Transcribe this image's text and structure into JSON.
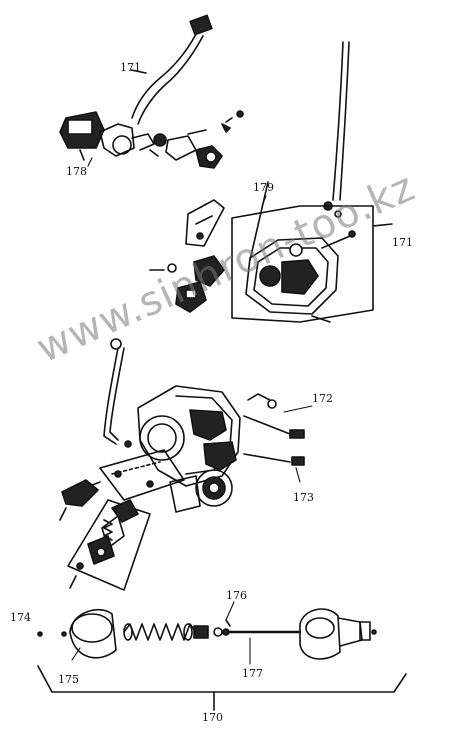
{
  "callouts": {
    "c171a": "171",
    "c178": "178",
    "c179": "179",
    "c171b": "171",
    "c172": "172",
    "c173": "173",
    "c174": "174",
    "c175": "175",
    "c176": "176",
    "c177": "177",
    "c170": "170"
  },
  "watermark": "www.sinhron-too.kz",
  "colors": {
    "ink": "#111111",
    "paper": "#ffffff",
    "watermark": "#888888"
  }
}
